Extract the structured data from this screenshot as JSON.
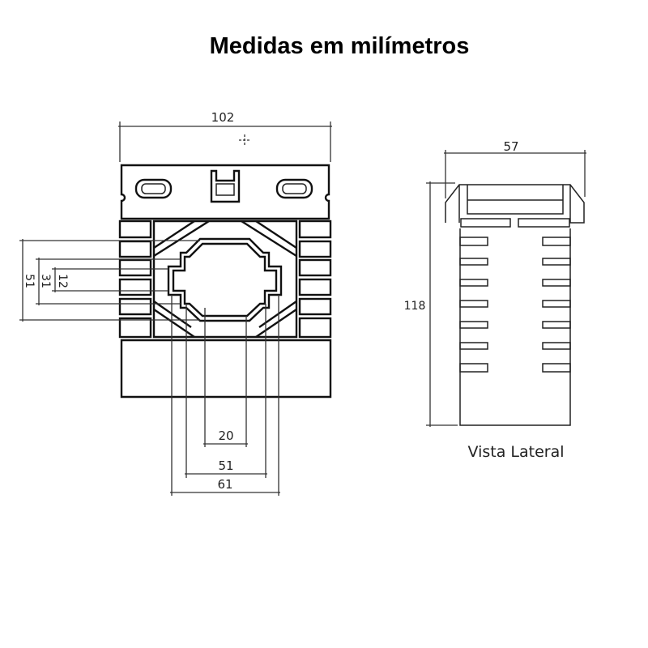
{
  "title": "Medidas em milímetros",
  "front_view": {
    "width_label": "102",
    "height_labels": [
      "51",
      "31",
      "12"
    ],
    "window_labels": [
      "20",
      "51",
      "61"
    ]
  },
  "side_view": {
    "depth_label": "57",
    "height_label": "118",
    "caption": "Vista Lateral"
  }
}
